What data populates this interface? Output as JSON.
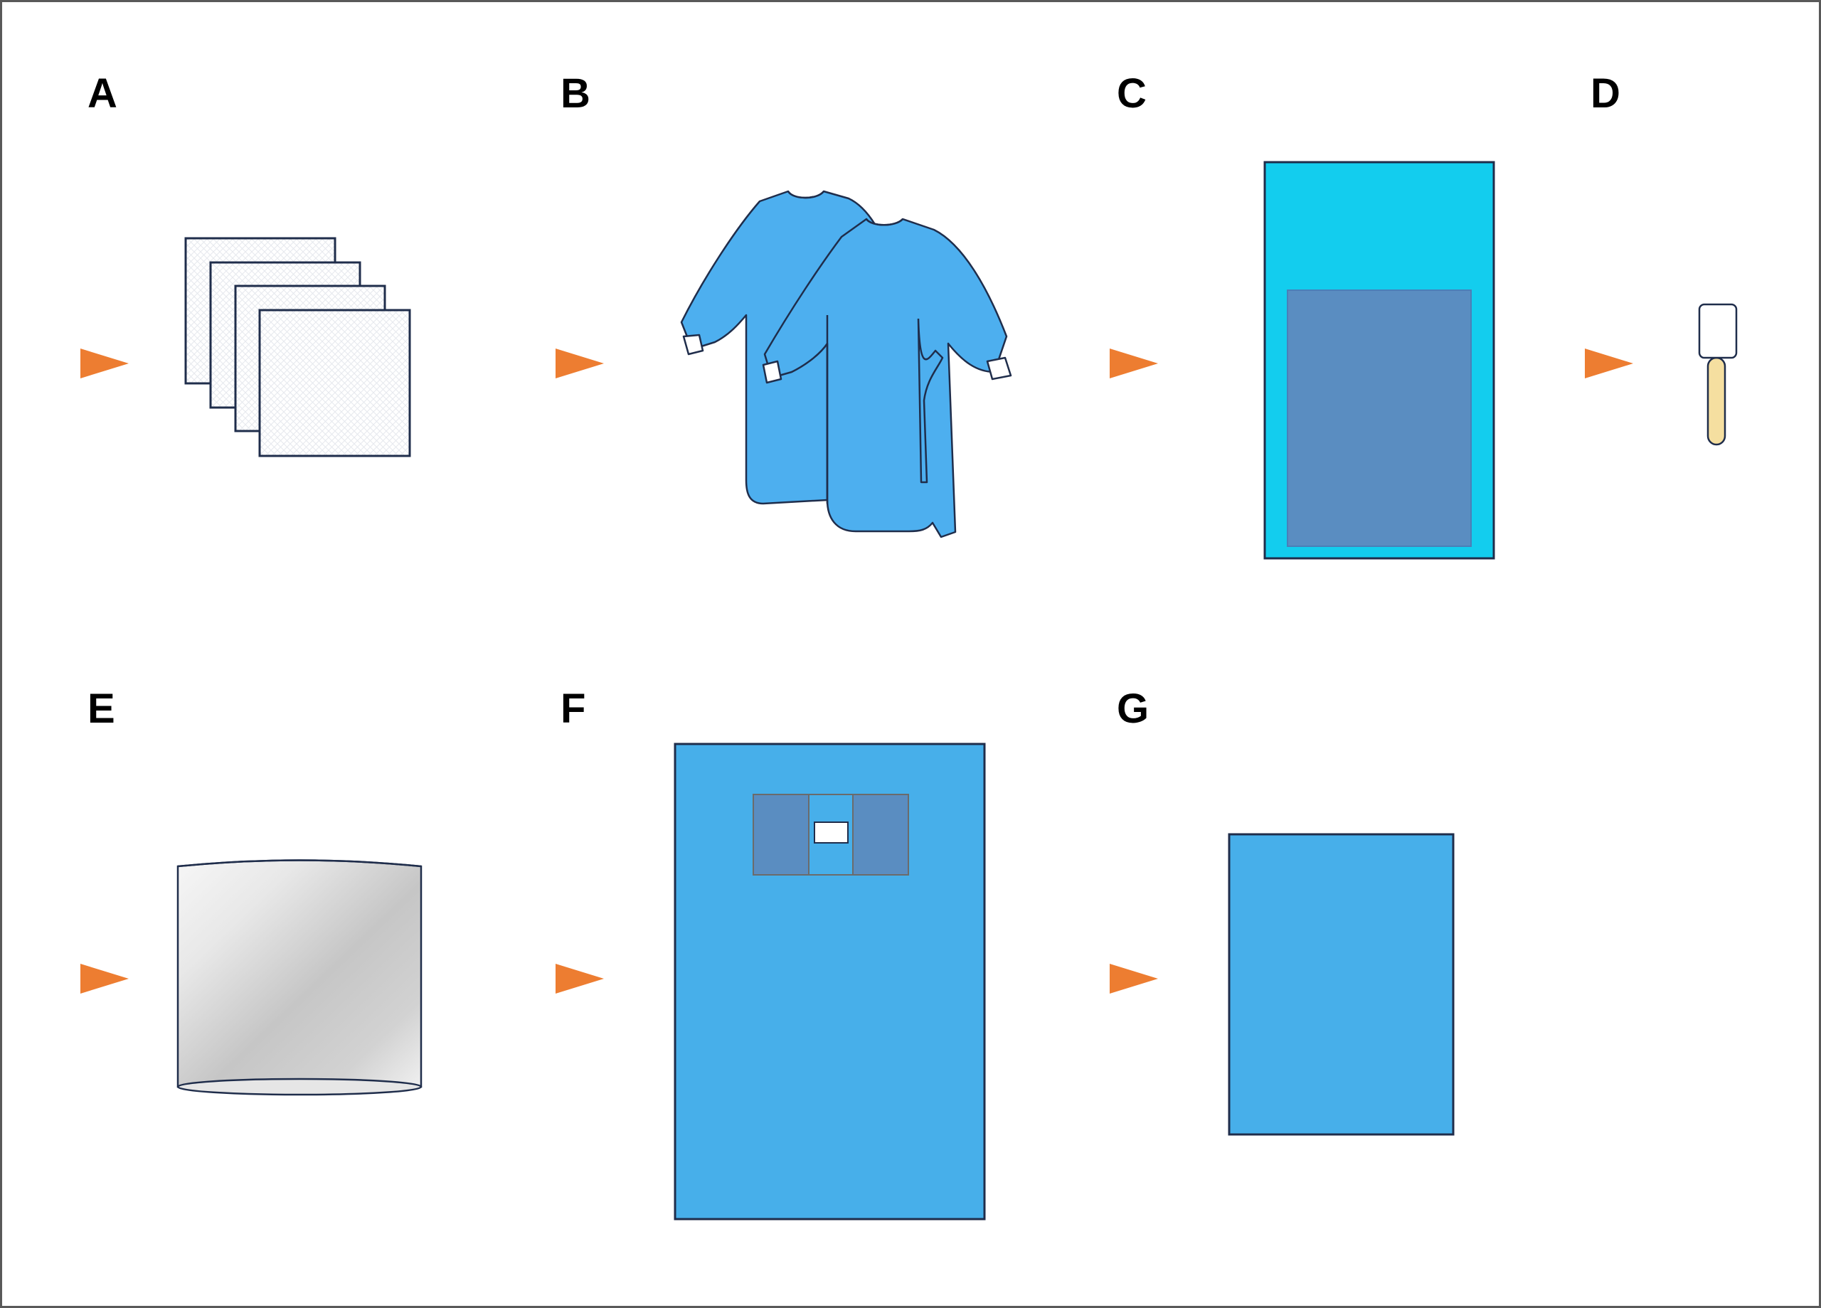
{
  "panels": [
    {
      "key": "a",
      "label": "A",
      "item": "gauze-swabs"
    },
    {
      "key": "b",
      "label": "B",
      "item": "surgical-gowns"
    },
    {
      "key": "c",
      "label": "C",
      "item": "instrument-pouch"
    },
    {
      "key": "d",
      "label": "D",
      "item": "swab-stick"
    },
    {
      "key": "e",
      "label": "E",
      "item": "film-roll"
    },
    {
      "key": "f",
      "label": "F",
      "item": "fenestrated-drape"
    },
    {
      "key": "g",
      "label": "G",
      "item": "sterile-drape"
    }
  ],
  "colors": {
    "arrow": "#ED7D31",
    "outline": "#1F2D4B",
    "gown_blue": "#4DAFEF",
    "pouch_cyan": "#13CDEE",
    "pouch_window": "#5A8DC1",
    "drape_blue": "#47AFEA",
    "stick_handle": "#F5DFA0",
    "roll_grey": "#CBCBCB"
  },
  "icons": [
    "arrow-right-icon",
    "gauze-swab-icon",
    "gown-icon",
    "pouch-icon",
    "swab-stick-icon",
    "film-roll-icon",
    "fenestrated-drape-icon",
    "drape-icon"
  ]
}
